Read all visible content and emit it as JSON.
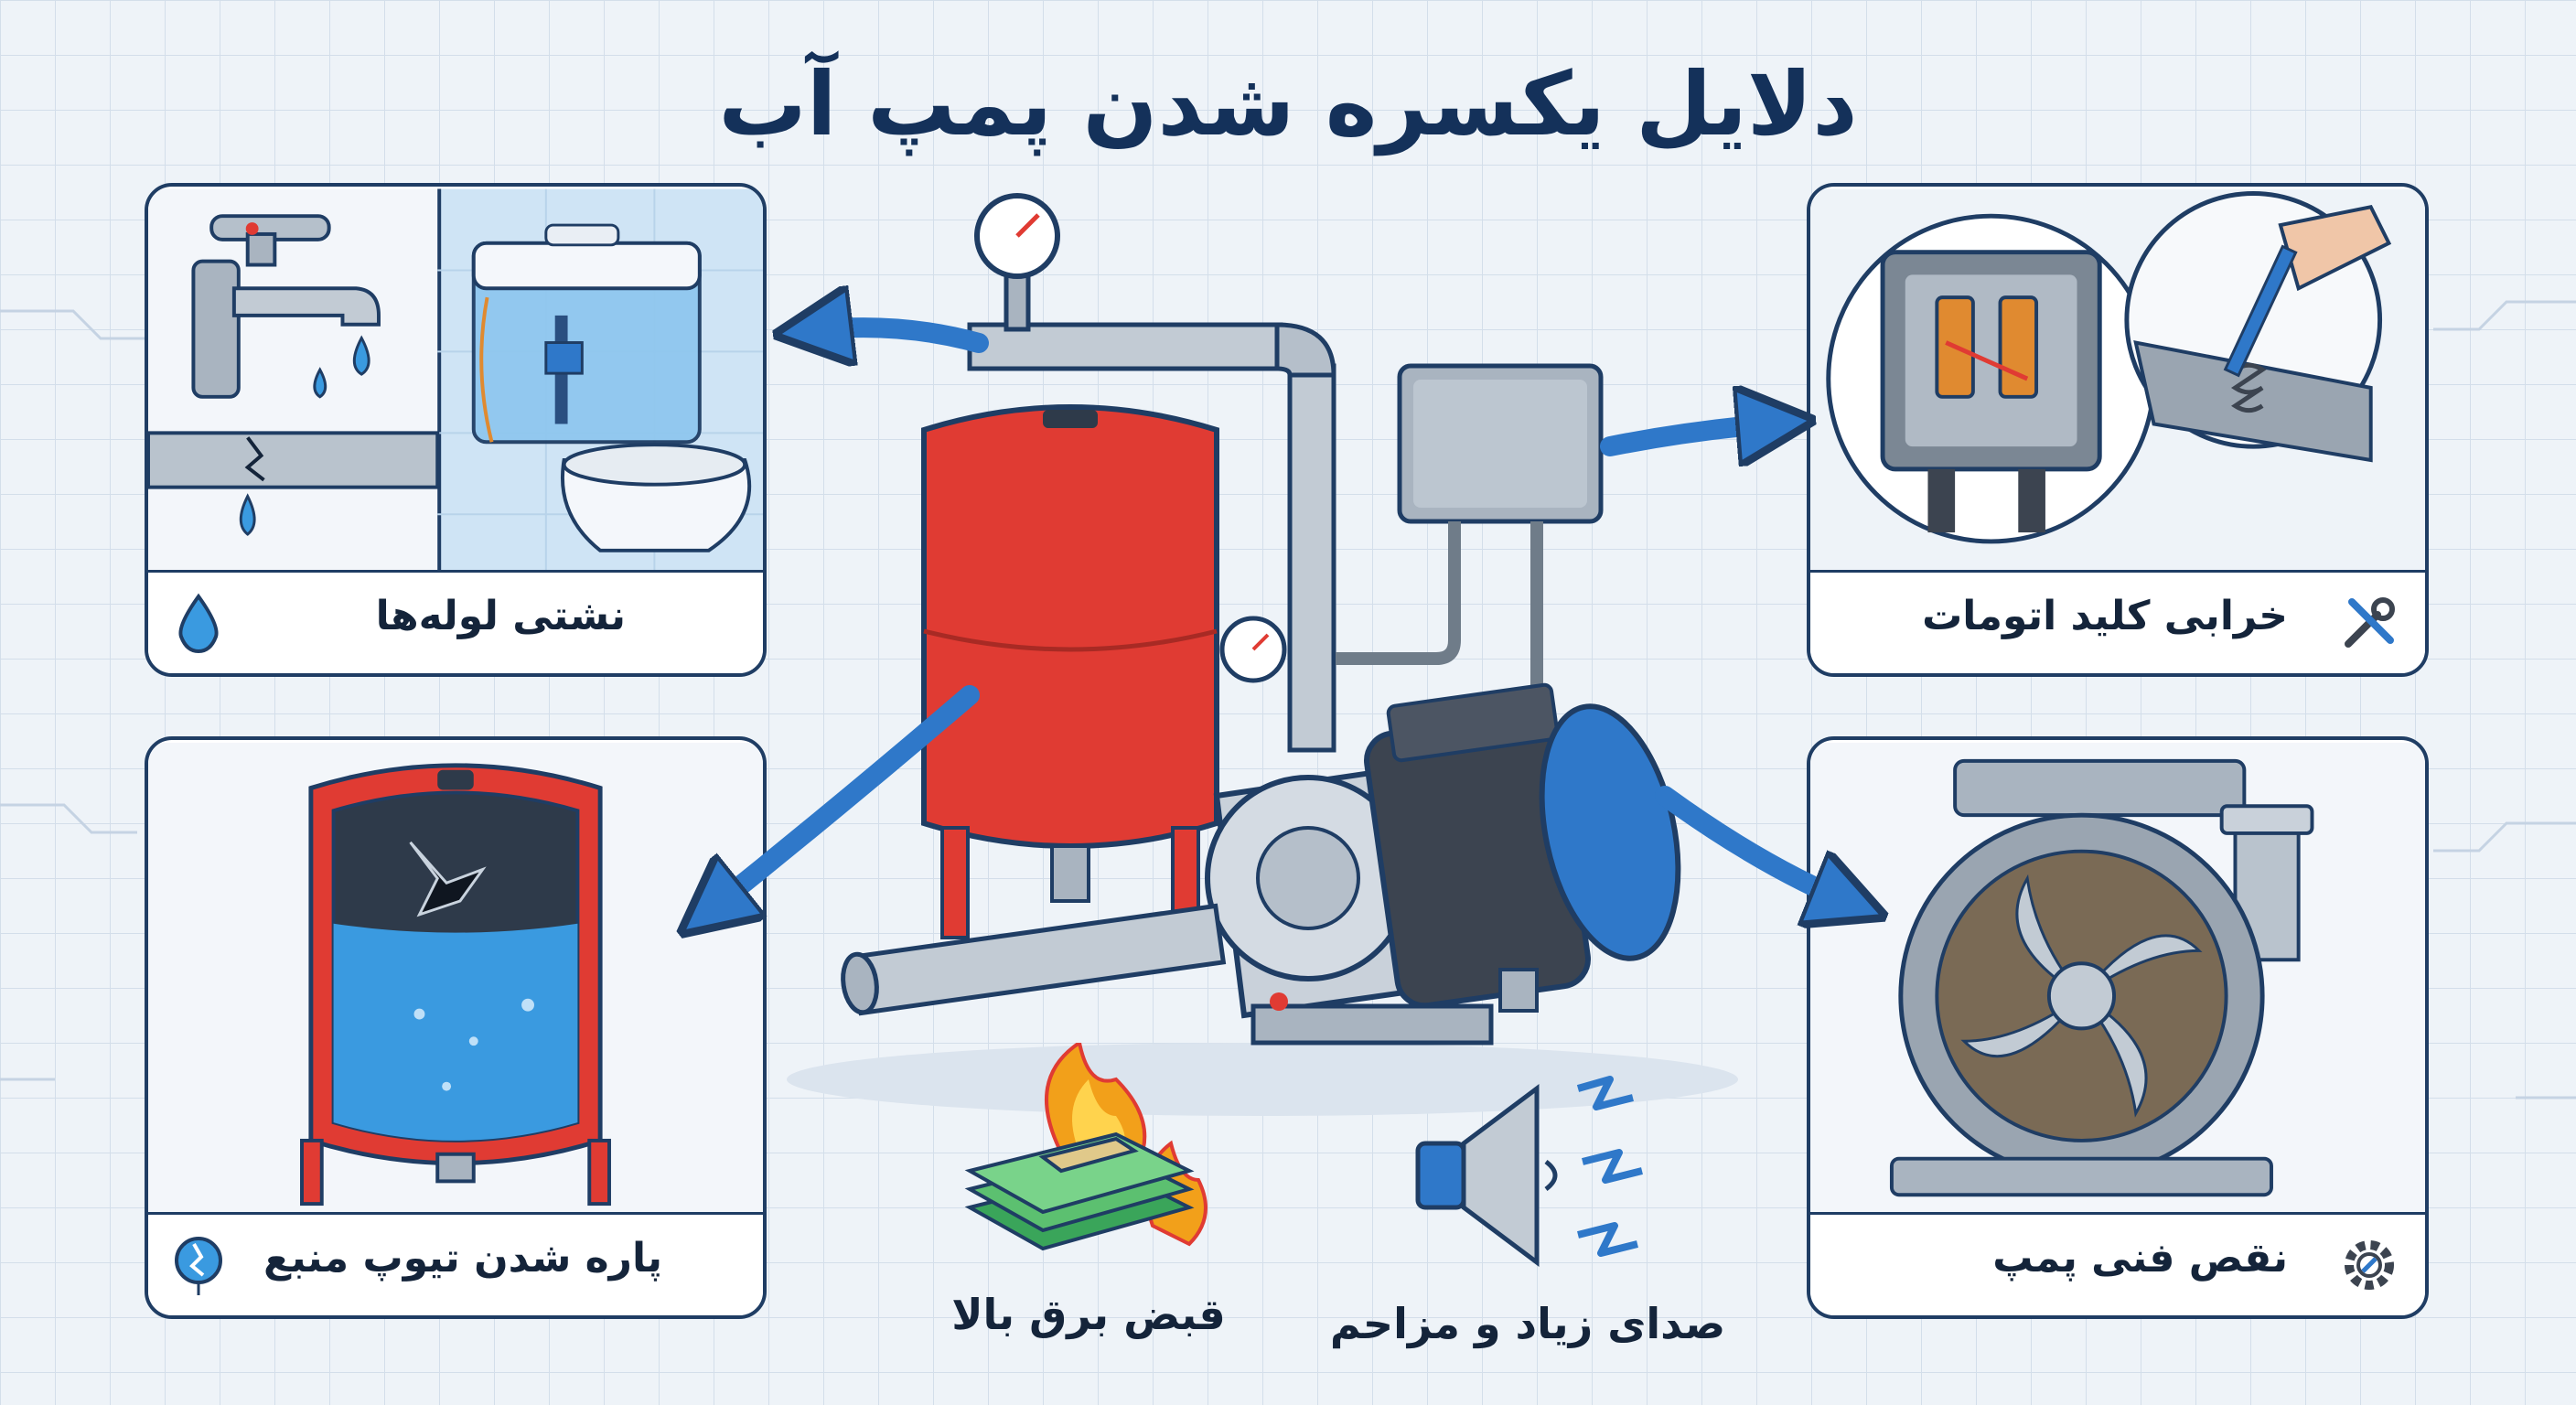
{
  "title": "دلایل یکسره شدن پمپ آب",
  "panels": {
    "leak": {
      "label": "نشتی لوله‌ها",
      "icon": "water-drop-icon"
    },
    "tube": {
      "label": "پاره شدن تیوپ منبع",
      "icon": "burst-balloon-icon"
    },
    "switch": {
      "label": "خرابی کلید اتومات",
      "icon": "tools-icon"
    },
    "defect": {
      "label": "نقص فنی پمپ",
      "icon": "gear-wrench-icon"
    }
  },
  "bottom": {
    "bill": {
      "label": "قبض برق بالا",
      "icon": "burning-money-icon"
    },
    "noise": {
      "label": "صدای زیاد و مزاحم",
      "icon": "speaker-noise-icon"
    }
  },
  "colors": {
    "navy": "#1f3d64",
    "arrow": "#2f78c9",
    "tank": "#e03b33",
    "water": "#3a9ae0"
  }
}
